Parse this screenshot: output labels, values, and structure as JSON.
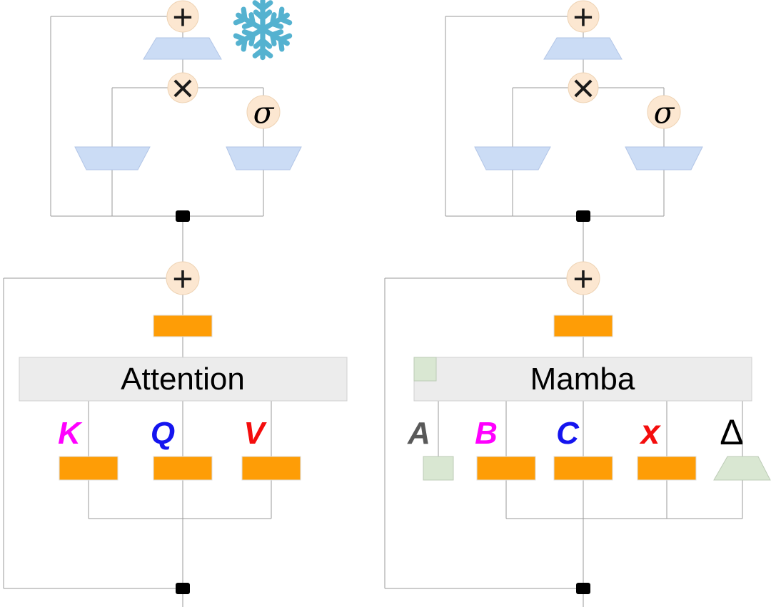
{
  "ops": {
    "add": "+",
    "multiply": "×",
    "sigma": "σ"
  },
  "attention": {
    "block_label": "Attention",
    "inputs": {
      "k": "K",
      "q": "Q",
      "v": "V"
    },
    "frozen_icon": "snowflake"
  },
  "mamba": {
    "block_label": "Mamba",
    "inputs": {
      "a": "A",
      "b": "B",
      "c": "C",
      "x": "x",
      "delta": "Δ"
    }
  },
  "colors": {
    "line": "#999999",
    "peach_fill": "#fce7d1",
    "peach_stroke": "#eed3b4",
    "blue_fill": "#cbdcf5",
    "blue_stroke": "#b2c5e6",
    "orange_fill": "#fe9d06",
    "orange_stroke": "#dedede",
    "gray_fill": "#ececec",
    "gray_stroke": "#d0d0d0",
    "green_fill": "#d9e7d2",
    "green_stroke": "#bccbb6",
    "black": "#000000",
    "snowflake": "#55b2d0",
    "magenta": "#ff00ff",
    "blue": "#1414ef",
    "red": "#f40d0d",
    "dark_gray": "#595959"
  }
}
